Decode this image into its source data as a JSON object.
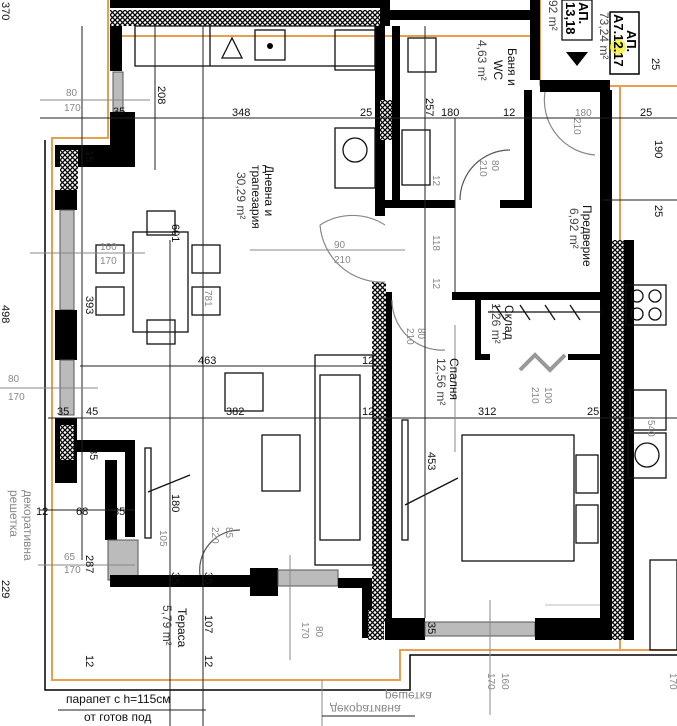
{
  "colors": {
    "wall": "#000000",
    "insulation_line": "#e8a050",
    "dimension_secondary": "#888888",
    "highlight": "#f5f03a"
  },
  "labels": {
    "apt_neighbor_title": "АП.",
    "apt_neighbor_number": "13,18",
    "apt_neighbor_area": "92 m²",
    "apt_title": "АП.",
    "apt_number_prefix": "А7.",
    "apt_number_highlight": "12",
    "apt_number_suffix": ".17",
    "apt_area": "73,24 m²"
  },
  "rooms": {
    "bath": {
      "name_line1": "Баня и",
      "name_line2": "WC",
      "area": "4,63 m²"
    },
    "living": {
      "name_line1": "Дневна и",
      "name_line2": "трапезария",
      "area": "30,29 m²"
    },
    "hall": {
      "name": "Предверие",
      "area": "6,92 m²"
    },
    "storage": {
      "name": "Склад",
      "area": "1,26 m²"
    },
    "bedroom": {
      "name": "Спалня",
      "area": "12,56 m²"
    },
    "terrace": {
      "name": "Тераса",
      "area": "5,79 m²"
    }
  },
  "dimensions": {
    "d370": "370",
    "d208": "208",
    "w1_w": "80",
    "w1_h": "170",
    "d35a": "35",
    "d15": "15",
    "d348": "348",
    "d25a": "25",
    "d257": "257",
    "d180a": "180",
    "d12a": "12",
    "d180b": "180",
    "d210a": "210",
    "d25b": "25",
    "d190": "190",
    "d25c": "25",
    "d25top": "25",
    "bathdoor_w": "80",
    "bathdoor_h": "210",
    "door_w": "90",
    "door_h": "210",
    "d118": "118",
    "d12b": "12",
    "d601": "601",
    "w2_w": "160",
    "w2_h": "170",
    "d393": "393",
    "d781": "781",
    "d498": "498",
    "d463": "463",
    "d382": "382",
    "d12c": "12",
    "beddoor_w": "80",
    "beddoor_h": "210",
    "stor_w": "100",
    "stor_h": "210",
    "d312": "312",
    "d25d": "25",
    "d540": "540",
    "d453": "453",
    "w3_w": "80",
    "w3_h": "170",
    "d35b": "35",
    "d45": "45",
    "d35c": "35",
    "d180c": "180",
    "d105": "105",
    "d220": "220",
    "d85": "85",
    "d12d": "12",
    "d68": "68",
    "d35d": "35",
    "w4_w": "65",
    "w4_h": "170",
    "d287": "287",
    "d229": "229",
    "d35e": "35",
    "d35f": "35",
    "d107": "107",
    "d12e": "12",
    "d12f": "12",
    "tw_h": "170",
    "tw_w": "80",
    "bw_h": "170",
    "bw_w": "160",
    "rw_h": "170",
    "d35g": "35"
  },
  "notes": {
    "grille_left_line1": "декоративна",
    "grille_left_line2": "решетка",
    "grille_bottom_line1": "решетка",
    "grille_bottom_line2": "декоративна",
    "parapet_line1": "парапет с h=115см",
    "parapet_line2": "от   готов под"
  }
}
